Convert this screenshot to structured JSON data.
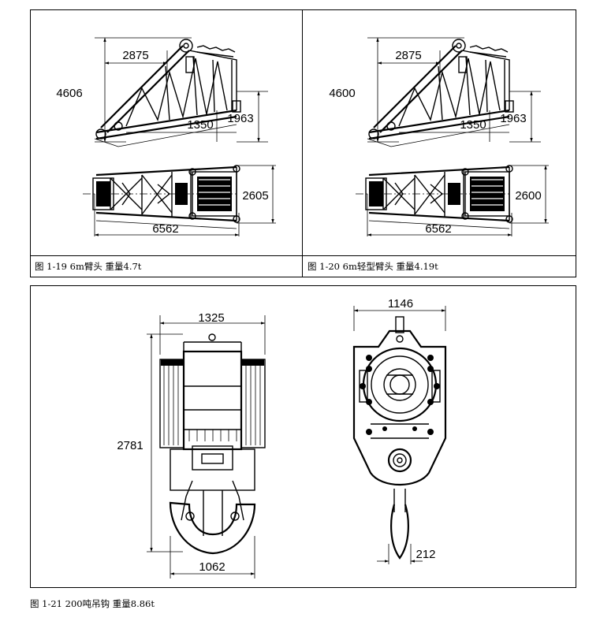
{
  "figures": [
    {
      "caption": "图 1-19 6m臂头 重量4.7t",
      "dims": {
        "width_top": "2875",
        "height": "4606",
        "mid": "1350",
        "right": "1963",
        "plan_width": "2605",
        "length": "6562"
      }
    },
    {
      "caption": "图 1-20 6m轻型臂头 重量4.19t",
      "dims": {
        "width_top": "2875",
        "height": "4600",
        "mid": "1350",
        "right": "1963",
        "plan_width": "2600",
        "length": "6562"
      }
    },
    {
      "caption": "图 1-21 200吨吊钩 重量8.86t",
      "dims": {
        "side_width": "1325",
        "height": "2781",
        "hook_width": "1062",
        "front_width": "1146",
        "hook_throat": "212"
      }
    }
  ]
}
